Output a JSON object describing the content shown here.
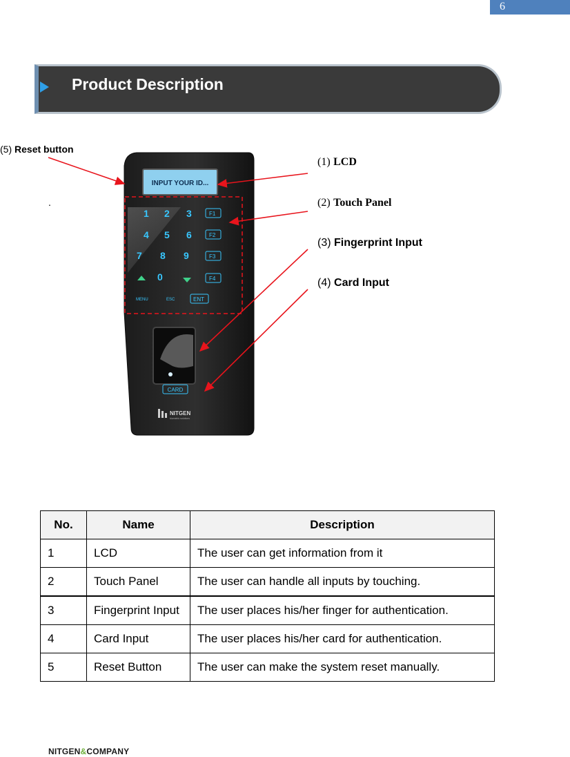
{
  "header": {
    "page_number": "6"
  },
  "section": {
    "title": "Product Description"
  },
  "device": {
    "reset_prefix": "(5)",
    "reset_label": "Reset button",
    "stray_dot": ".",
    "lcd_text": "INPUT YOUR ID...",
    "keys": [
      "1",
      "2",
      "3",
      "F1",
      "4",
      "5",
      "6",
      "F2",
      "7",
      "8",
      "9",
      "F3",
      "0",
      "F4"
    ],
    "menu_key": "MENU",
    "esc_key": "ESC",
    "ent_key": "ENT",
    "card_label": "CARD",
    "brand": "NITGEN",
    "brand_sub": "biometric solutions",
    "callouts": [
      {
        "num": "(1)",
        "label": "LCD"
      },
      {
        "num": "(2)",
        "label": "Touch Panel"
      },
      {
        "num": "(3)",
        "label": "Fingerprint Input"
      },
      {
        "num": "(4)",
        "label": "Card Input"
      }
    ],
    "colors": {
      "arrow": "#e8141c",
      "body": "#2b2b2b",
      "lcd": "#8fd0ef",
      "glow": "#38c7ff"
    }
  },
  "table": {
    "headers": [
      "No.",
      "Name",
      "Description"
    ],
    "rows": [
      {
        "no": "1",
        "name": "LCD",
        "desc": "The user can get information from it"
      },
      {
        "no": "2",
        "name": "Touch Panel",
        "desc": "The user can handle all inputs by touching."
      },
      {
        "no": "3",
        "name": "Fingerprint Input",
        "desc": "The user places his/her finger for authentication."
      },
      {
        "no": "4",
        "name": "Card Input",
        "desc": "The user places his/her card for authentication."
      },
      {
        "no": "5",
        "name": "Reset Button",
        "desc": "The user can make the system reset manually."
      }
    ]
  },
  "footer": {
    "logo_left": "NITGEN",
    "logo_amp": "&",
    "logo_right": "COMPANY"
  }
}
